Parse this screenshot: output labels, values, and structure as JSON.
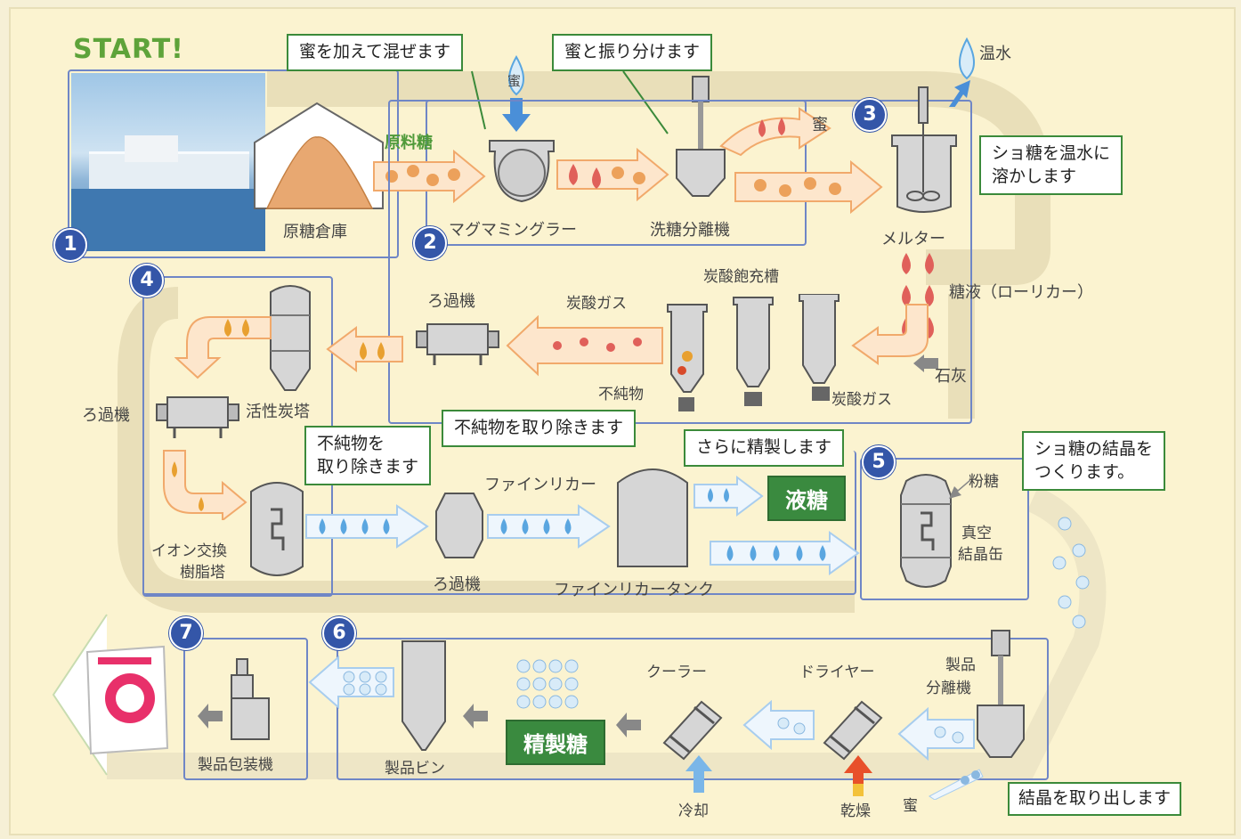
{
  "start_label": "START!",
  "stage_numbers": [
    "1",
    "2",
    "3",
    "4",
    "5",
    "6",
    "7"
  ],
  "callouts": {
    "add_molasses": "蜜を加えて混ぜます",
    "separate_molasses": "蜜と振り分けます",
    "dissolve_line1": "ショ糖を温水に",
    "dissolve_line2": "溶かします",
    "remove_impurities_1": "不純物を取り除きます",
    "remove_impurities_2_line1": "不純物を",
    "remove_impurities_2_line2": "取り除きます",
    "further_refine": "さらに精製します",
    "crystal_line1": "ショ糖の結晶を",
    "crystal_line2": "つくります。",
    "take_out_crystals": "結晶を取り出します"
  },
  "labels": {
    "raw_sugar_warehouse": "原糖倉庫",
    "raw_sugar": "原料糖",
    "molasses_drop": "蜜",
    "magma_mingler": "マグマミングラー",
    "washing_centrifuge": "洗糖分離機",
    "molasses": "蜜",
    "warm_water": "温水",
    "melter": "メルター",
    "liquor": "糖液（ローリカー）",
    "carbonation_tank": "炭酸飽充槽",
    "co2_1": "炭酸ガス",
    "co2_2": "炭酸ガス",
    "impurities": "不純物",
    "lime": "石灰",
    "filter_1": "ろ過機",
    "filter_2": "ろ過機",
    "filter_3": "ろ過機",
    "activated_carbon": "活性炭塔",
    "ion_exchange_line1": "イオン交換",
    "ion_exchange_line2": "樹脂塔",
    "fine_liquor": "ファインリカー",
    "fine_liquor_tank": "ファインリカータンク",
    "liquid_sugar": "液糖",
    "powdered_sugar": "粉糖",
    "vacuum_pan_line1": "真空",
    "vacuum_pan_line2": "結晶缶",
    "product_centrifuge_line1": "製品",
    "product_centrifuge_line2": "分離機",
    "dryer": "ドライヤー",
    "drying": "乾燥",
    "cooler": "クーラー",
    "cooling": "冷却",
    "refined_sugar": "精製糖",
    "product_bin": "製品ビン",
    "packaging_machine": "製品包装機",
    "molasses_out": "蜜"
  },
  "colors": {
    "stage_border": "#6f86c6",
    "number_badge": "#3456a8",
    "callout_border": "#3b8a3a",
    "green_badge": "#3a8a3f",
    "syrup_drop": "#e0605a",
    "raw_drop": "#e9a24a",
    "liquor_drop": "#e8a030",
    "clear_drop": "#5aa6e0",
    "background": "#fbf3d0"
  }
}
